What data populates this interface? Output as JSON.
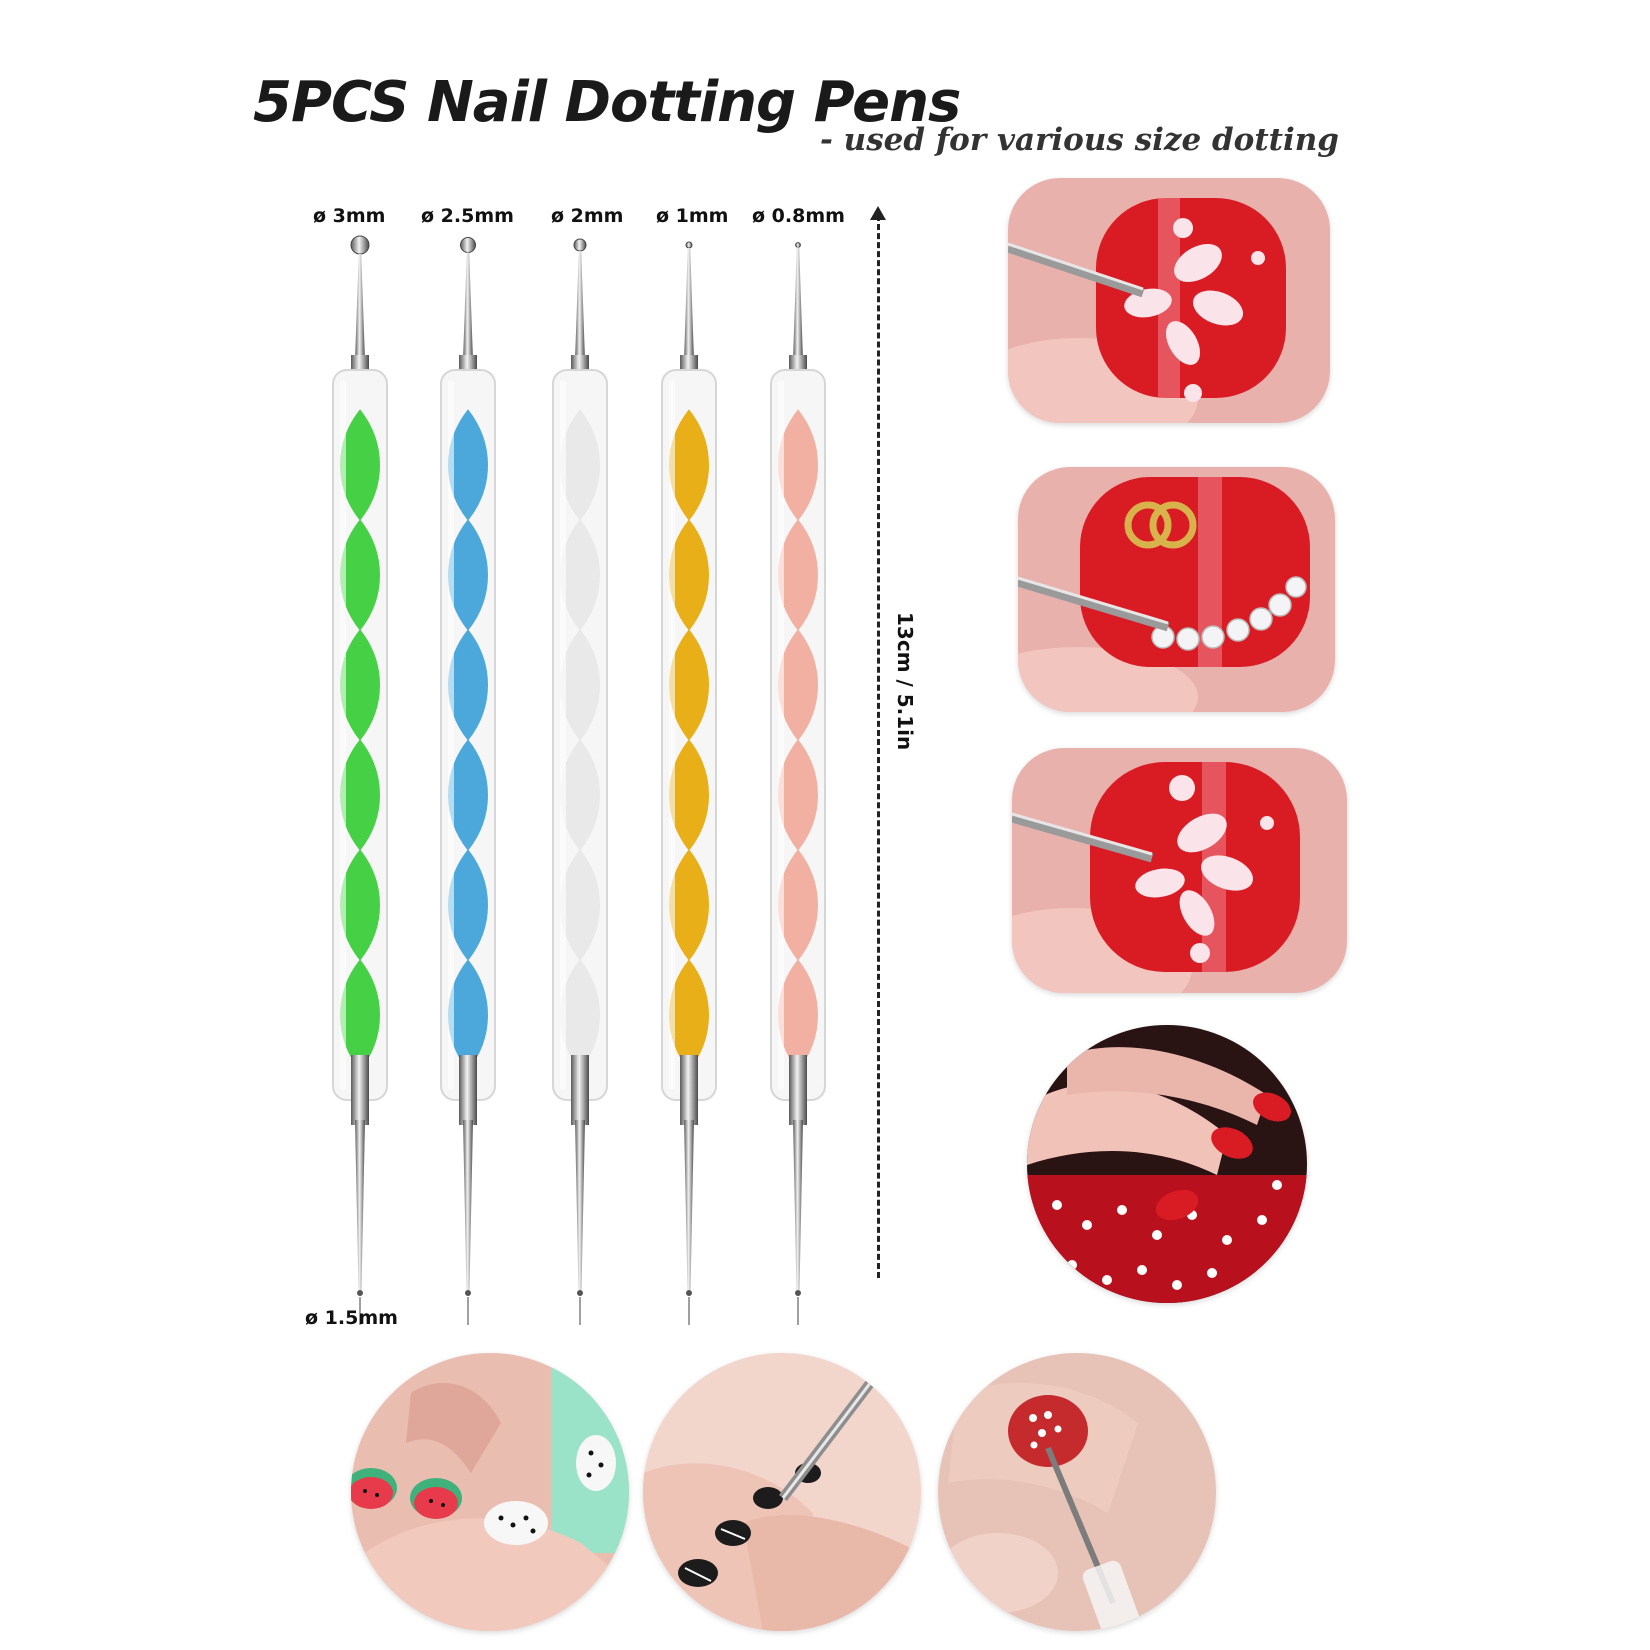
{
  "header": {
    "title": "5PCS Nail Dotting Pens",
    "subtitle": "- used for various size dotting"
  },
  "pens": [
    {
      "size_label": "ø 3mm",
      "color": "#33cc33"
    },
    {
      "size_label": "ø 2.5mm",
      "color": "#3aa0d8"
    },
    {
      "size_label": "ø 2mm",
      "color": "#e8e8e8"
    },
    {
      "size_label": "ø 1mm",
      "color": "#e8a800"
    },
    {
      "size_label": "ø 0.8mm",
      "color": "#f2a99a"
    }
  ],
  "bottom_tip_label": "ø 1.5mm",
  "length_label": "13cm / 5.1in",
  "colors": {
    "nail_red": "#d91c23",
    "skin": "#efb3ad",
    "flower_white": "#fbe3ea",
    "rhinestone": "#f4f4f6",
    "gold": "#d8b24a",
    "watermelon_green": "#3fb27c",
    "black_nail": "#1c1c1c"
  }
}
